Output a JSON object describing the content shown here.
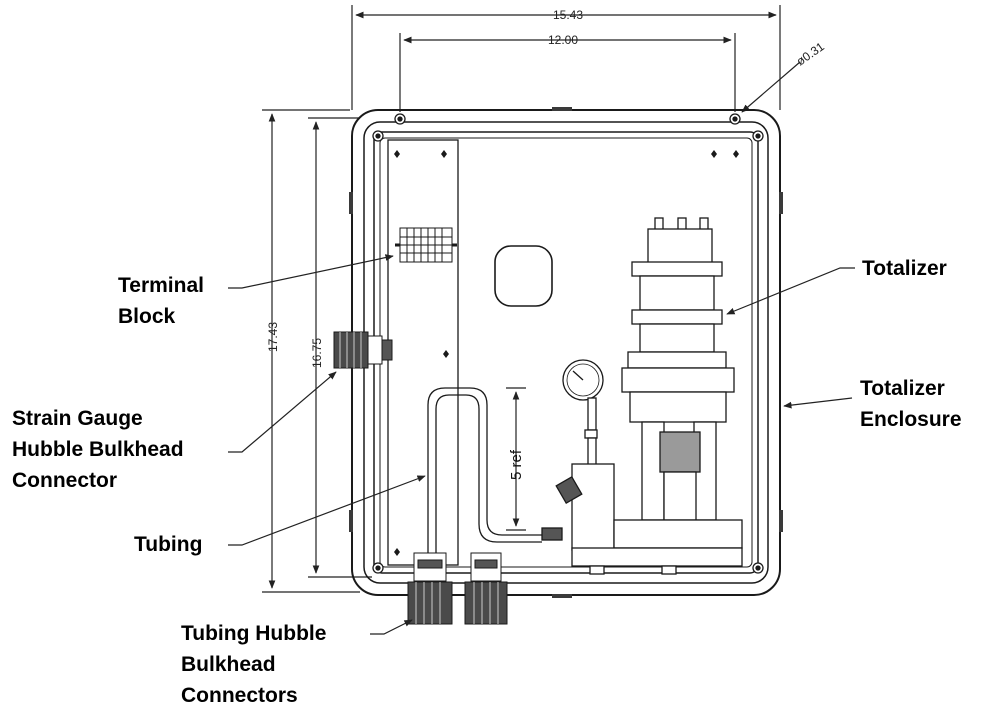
{
  "labels": {
    "terminal_block": [
      "Terminal",
      "Block"
    ],
    "totalizer": [
      "Totalizer"
    ],
    "totalizer_enclosure": [
      "Totalizer",
      "Enclosure"
    ],
    "strain_gauge": [
      "Strain Gauge",
      "Hubble Bulkhead",
      "Connector"
    ],
    "tubing": [
      "Tubing"
    ],
    "tubing_hubble": [
      "Tubing Hubble",
      "Bulkhead",
      "Connectors"
    ]
  },
  "dimensions": {
    "overall_width": "15.43",
    "hole_spacing": "12.00",
    "hole_diameter": "ø0.31",
    "overall_height": "17.43",
    "inner_height": "16.75",
    "tubing_ref": "5 ref"
  },
  "colors": {
    "line": "#1a1a1a",
    "panel": "#ffffff",
    "fill_dark": "#3a3a3a",
    "fill_mid": "#9a9a9a"
  }
}
